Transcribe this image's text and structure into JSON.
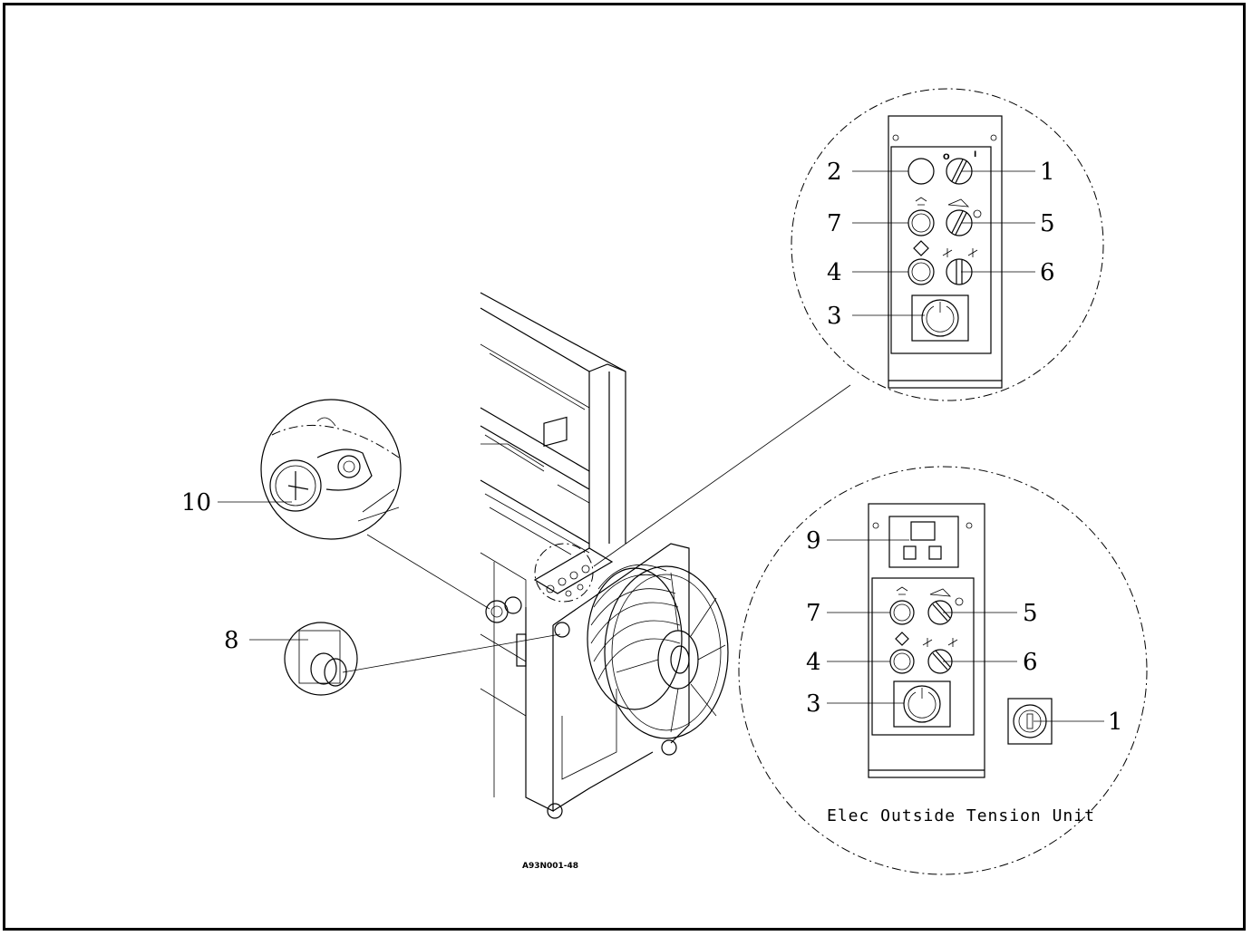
{
  "callouts": {
    "top_panel": {
      "c1": "1",
      "c2": "2",
      "c3": "3",
      "c4": "4",
      "c5": "5",
      "c6": "6",
      "c7": "7"
    },
    "bottom_panel": {
      "c9": "9",
      "c7": "7",
      "c5": "5",
      "c4": "4",
      "c6": "6",
      "c3": "3",
      "c1": "1"
    },
    "left": {
      "c10": "10",
      "c8": "8"
    }
  },
  "caption": "Elec Outside Tension Unit",
  "drawing_number": "A93N001-48",
  "switch_labels": {
    "off": "O",
    "on": "I"
  },
  "icons": [
    "power-key-switch-icon",
    "indicator-lamp-icon",
    "emergency-stop-icon",
    "start-button-icon",
    "strap-feed-icon",
    "tension-selector-icon",
    "cycle-selector-icon",
    "display-icon",
    "tension-dial-icon"
  ]
}
